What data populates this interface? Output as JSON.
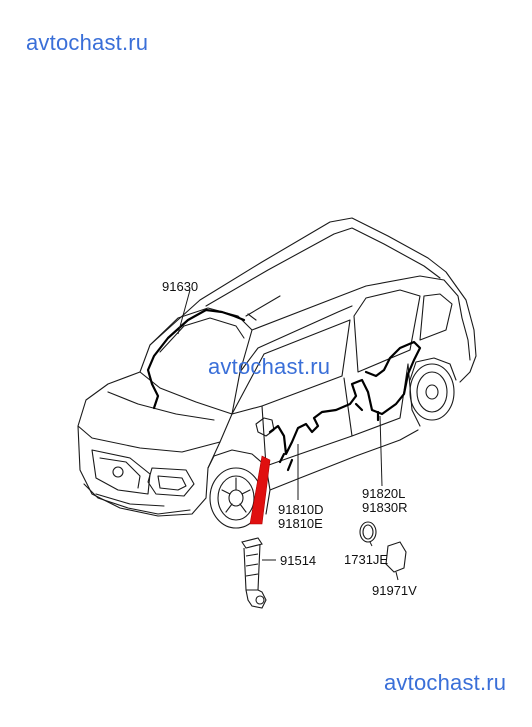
{
  "watermark": {
    "text": "avtochast.ru",
    "color": "#3a6fd8"
  },
  "parts": {
    "p91630": "91630",
    "p91810D": "91810D",
    "p91810E": "91810E",
    "p91820L": "91820L",
    "p91830R": "91830R",
    "p1731JE": "1731JE",
    "p91514": "91514",
    "p91971V": "91971V"
  },
  "colors": {
    "line": "#1a1a1a",
    "harness": "#000000",
    "highlight": "#e01010"
  }
}
